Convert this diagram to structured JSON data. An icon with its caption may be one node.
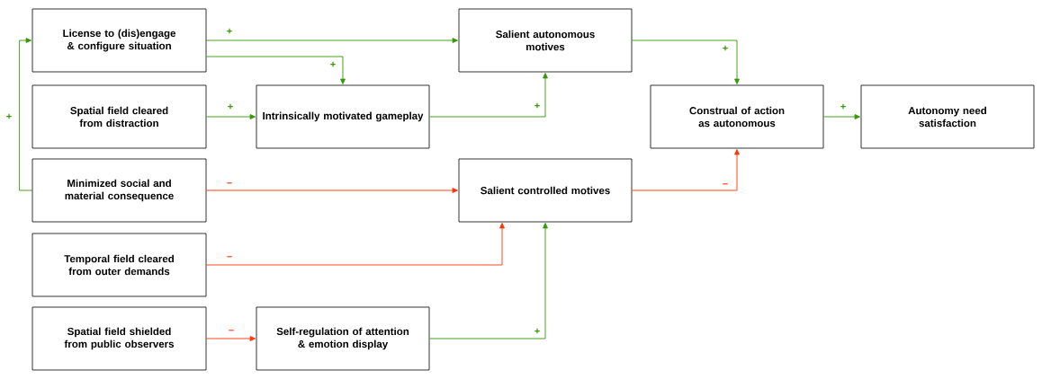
{
  "diagram": {
    "nodes": [
      {
        "text": [
          "License to (dis)engage & configure situation"
        ]
      },
      {
        "text": [
          "Salient autonomous motives"
        ]
      },
      {
        "text": [
          "Spatial field cleared from distraction"
        ]
      },
      {
        "text": [
          "Intrinsically motivated gameplay"
        ]
      },
      {
        "text": [
          "Construal of action as autonomous"
        ]
      },
      {
        "text": [
          "Autonomy need satisfaction"
        ]
      },
      {
        "text": [
          "Minimized social and material consequence"
        ]
      },
      {
        "text": [
          "Salient controlled motives"
        ]
      },
      {
        "text": [
          "Temporal field cleared from outer demands"
        ]
      },
      {
        "text": [
          "Spatial field shielded from public observers"
        ]
      },
      {
        "text": [
          "Self-regulation of attention & emotion display"
        ]
      }
    ],
    "edges": [
      {
        "from": 0,
        "to": 1,
        "arrow": "to",
        "label": "+"
      },
      {
        "from": 0,
        "to": 3,
        "arrow": "to",
        "label": "+"
      },
      {
        "from": 6,
        "to": 0,
        "arrow": "to",
        "label": "+"
      },
      {
        "from": 2,
        "to": 3,
        "arrow": "to",
        "label": "+"
      },
      {
        "from": 3,
        "to": 1,
        "arrow": "to",
        "label": "+"
      },
      {
        "from": 1,
        "to": 4,
        "arrow": "to",
        "label": "+"
      },
      {
        "from": 4,
        "to": 5,
        "arrow": "to",
        "label": "+"
      },
      {
        "from": 6,
        "to": 7,
        "arrow": "to",
        "label": "–",
        "color": "#ff3300"
      },
      {
        "from": 7,
        "to": 4,
        "arrow": "to",
        "label": "–",
        "color": "#ff3300"
      },
      {
        "from": 8,
        "to": 7,
        "arrow": "to",
        "label": "–",
        "color": "#ff3300"
      },
      {
        "from": 9,
        "to": 10,
        "arrow": "to",
        "label": "–",
        "color": "#ff3300"
      },
      {
        "from": 10,
        "to": 7,
        "arrow": "to",
        "label": "+"
      }
    ]
  }
}
